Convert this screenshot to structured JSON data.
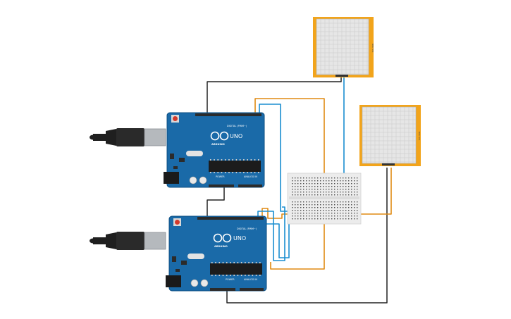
{
  "colors": {
    "board": "#1a6aa8",
    "board_edge": "#0d4f82",
    "header_strip": "#2b2b2b",
    "usb_metal": "#b5b9bd",
    "cable_black": "#1f1f1f",
    "wire_black": "#222222",
    "wire_orange": "#e08a12",
    "wire_blue": "#1a8ed0",
    "breadboard": "#ececec",
    "module_frame": "#f2a41b",
    "module_grid_bg": "#e6e6e6",
    "reset_button": "#d33a2c"
  },
  "icons": {
    "arduino_logo": "arduino-infinity-logo",
    "usb_cable": "usb-b-cable-icon",
    "power_jack": "barrel-jack-icon"
  },
  "board_top": {
    "model": "UNO",
    "brand": "ARDUINO",
    "digital_label": "DIGITAL (PWM~)",
    "power_label": "POWER",
    "analog_label": "ANALOG IN"
  },
  "board_bottom": {
    "model": "UNO",
    "brand": "ARDUINO",
    "digital_label": "DIGITAL (PWM~)",
    "power_label": "POWER",
    "analog_label": "ANALOG IN"
  },
  "module_top": {
    "side_label": "SDA SCL"
  },
  "module_right": {
    "side_label": "SDA SCL"
  }
}
